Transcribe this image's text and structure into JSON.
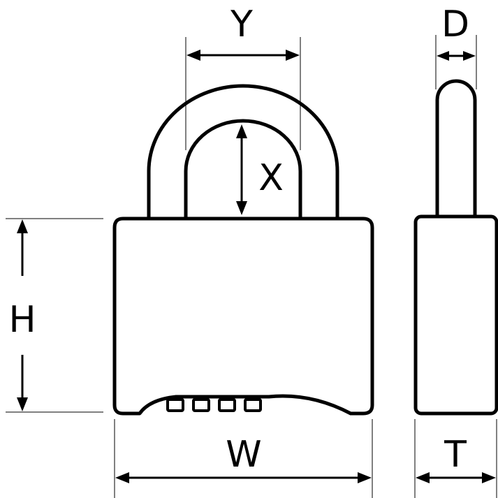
{
  "diagram": {
    "labels": {
      "shackle_width": "Y",
      "shackle_diameter": "D",
      "shackle_clearance": "X",
      "body_height": "H",
      "body_width": "W",
      "body_thickness": "T"
    },
    "colors": {
      "stroke": "#000000",
      "background": "#ffffff"
    },
    "dial_count": 4
  }
}
